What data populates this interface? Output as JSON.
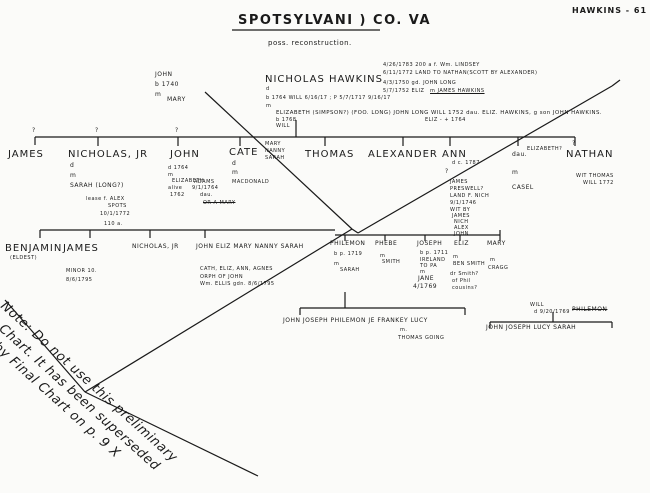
{
  "header": {
    "title": "SPOTSYLVANI ) CO. VA",
    "page_tag": "HAWKINS - 61",
    "subtitle": "poss. reconstruction."
  },
  "gen1": {
    "john_name": "JOHN",
    "john_birth": "b 1740",
    "john_m": "m",
    "john_spouse": "MARY",
    "nicholas_name": "NICHOLAS HAWKINS",
    "nicholas_d": "d",
    "nicholas_dates": "b 1764  WILL 6/16/17 ; P 5/7/1717  9/16/17",
    "deed1": "4/26/1783 200 a f. Wm. LINDSEY",
    "deed2": "6/11/1772 LAND TO NATHAN(SCOTT BY ALEXANDER)",
    "deed3": "4/3/1750 gd. JOHN LONG",
    "deed4": "5/7/1752 ELIZ",
    "deed5": "m JAMES HAWKINS",
    "spouse_m": "m",
    "spouse": "ELIZABETH (SIMPSON?) (FOO. LONG) JOHN LONG WILL 1752 dau. ELIZ. HAWKINS, g son JOHN HAWKINS.",
    "spouse_b": "b 1768",
    "spouse_will": "WILL",
    "spouse_more": "ELIZ - + 1764"
  },
  "gen2": {
    "q1": "?",
    "q2": "?",
    "q3": "?",
    "james": "JAMES",
    "nicholas_jr": "NICHOLAS, JR",
    "nicholas_jr_d": "d",
    "nicholas_jr_m": "m",
    "nicholas_jr_spouse": "SARAH (LONG?)",
    "nicholas_jr_note1": "lease f. ALEX",
    "nicholas_jr_note2": "SPOTS",
    "nicholas_jr_note3": "10/1/1772",
    "nicholas_jr_note4": "110 a.",
    "john": "JOHN",
    "john_d": "d 1764",
    "john_m": "m",
    "john_spouse": "ELIZABETH",
    "john_note1": "alive",
    "john_note2": "1762",
    "john_note3": "9/1/1764",
    "john_note4": "ADAMS",
    "john_note5": "dau.",
    "john_struck": "OR A MARY",
    "cate": "CATE",
    "cate_d": "d",
    "cate_m": "m",
    "cate_spouse": "MACDONALD",
    "mary_col1": "MARY",
    "mary_col2": "NANNY",
    "mary_col3": "SARAH",
    "thomas": "THOMAS",
    "alexander": "ALEXANDER",
    "ann": "ANN",
    "ann_note": "d c. 1787",
    "ann_q": "?",
    "ann_spouse1": "JAMES",
    "ann_spouse2": "PRESWELL?",
    "ann_spouse3": "LAND F. NICH",
    "ann_spouse4": "9/1/1746",
    "ann_spouse5": "WIT BY",
    "ann_spouse6": "JAMES",
    "ann_spouse7": "NICH",
    "ann_spouse8": "ALEX",
    "ann_spouse9": "JOHN",
    "dau": "dau.",
    "dau_note": "ELIZABETH?",
    "dau_m": "m",
    "dau_spouse": "CASEL",
    "nathan": "NATHAN",
    "nathan_q": "?",
    "nathan_note1": "WIT THOMAS",
    "nathan_note2": "WILL 1772"
  },
  "gen3": {
    "benjamin": "BENJAMIN",
    "benjamin_note": "(ELDEST)",
    "james2": "JAMES",
    "james2_note1": "MINOR 10.",
    "james2_note2": "8/6/1795",
    "nicholas_jr2": "NICHOLAS, JR",
    "john_group": "JOHN  ELIZ  MARY  NANNY  SARAH",
    "cath_line1": "CATH, ELIZ, ANN, AGNES",
    "cath_line2": "ORPH OF JOHN",
    "cath_line3": "Wm. ELLIS gdn. 8/6/1795",
    "philemon": "PHILEMON",
    "philemon_b": "b p. 1719",
    "philemon_m": "m",
    "philemon_spouse": "SARAH",
    "phebe": "PHEBE",
    "phebe_m": "m",
    "phebe_spouse": "SMITH",
    "joseph": "JOSEPH",
    "joseph_b": "b p. 1711",
    "joseph_place": "IRELAND",
    "joseph_to": "TO PA",
    "joseph_m": "m",
    "joseph_spouse": "JANE",
    "joseph_year": "4/1769",
    "eliz": "ELIZ",
    "eliz_m": "m",
    "eliz_spouse": "BEN SMITH",
    "eliz_note": "dr Smith?",
    "eliz_note2": "of Phil",
    "eliz_note3": "cousins?",
    "mary": "MARY",
    "mary_m": "m",
    "mary_spouse": "CRAGG",
    "will_label": "WILL",
    "will_date": "d 9/20/1769",
    "will_struck": "PHILEMON"
  },
  "gen4": {
    "left_children": "JOHN  JOSEPH  PHILEMON JE  FRANKEY  LUCY",
    "left_sub": "m.",
    "left_sub2": "THOMAS",
    "left_sub3": "GOING",
    "right_children": "JOHN  JOSEPH  LUCY  SARAH"
  },
  "note": {
    "line1": "Note: Do not use this preliminary",
    "line2": "Chart. It has been superseded",
    "line3": "by Final Chart on p. 9 X"
  }
}
